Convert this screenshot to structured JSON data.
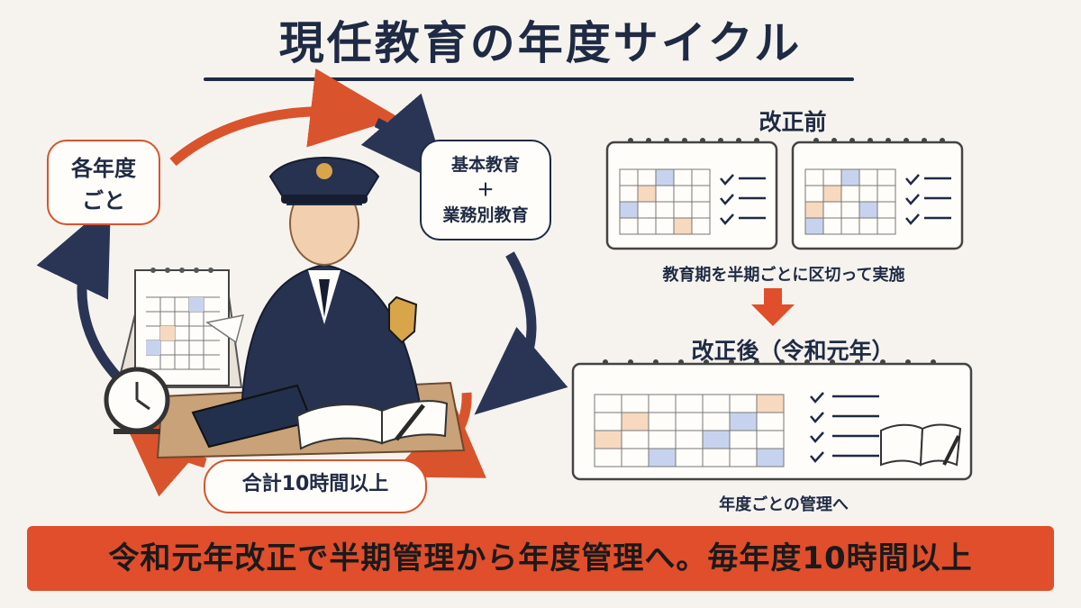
{
  "title": "現任教育の年度サイクル",
  "cycle": {
    "each_year": [
      "各年度",
      "ごと"
    ],
    "basic": [
      "基本教育",
      "＋",
      "業務別教育"
    ],
    "total": "合計10時間以上"
  },
  "before": {
    "label": "改正前",
    "caption": "教育期を半期ごとに区切って実施"
  },
  "after": {
    "label": "改正後（令和元年）",
    "caption": "年度ごとの管理へ"
  },
  "banner": "令和元年改正で半期管理から年度管理へ。毎年度10時間以上",
  "colors": {
    "navy": "#1f2a44",
    "accent": "#e04e2b",
    "cell_peach": "#f6d9bf",
    "cell_blue": "#c7d3ee",
    "background": "#f6f3ee"
  }
}
